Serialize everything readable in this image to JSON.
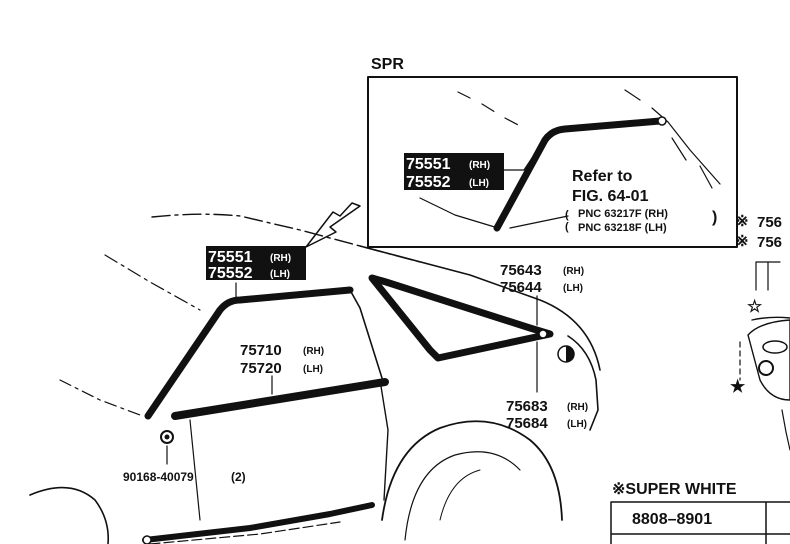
{
  "inset": {
    "title": "SPR",
    "part_rh": "75551",
    "part_lh": "75552",
    "tag_rh": "(RH)",
    "tag_lh": "(LH)",
    "refer_line1": "Refer to",
    "refer_line2": "FIG. 64-01",
    "pnc_rh": "PNC 63217F (RH)",
    "pnc_lh": "PNC 63218F (LH)"
  },
  "main": {
    "roof_rh": "75551",
    "roof_lh": "75552",
    "roof_tag_rh": "(RH)",
    "roof_tag_lh": "(LH)",
    "quarter_rh": "75643",
    "quarter_lh": "75644",
    "belt_rh": "75710",
    "belt_lh": "75720",
    "rear_rh": "75683",
    "rear_lh": "75684",
    "clip_part": "90168-40079",
    "clip_qty": "(2)",
    "tag_rh": "(RH)",
    "tag_lh": "(LH)"
  },
  "right_side": {
    "mark1": "※",
    "part1": "756",
    "mark2": "※",
    "part2": "756",
    "open_star": "☆",
    "solid_star": "★"
  },
  "color_table": {
    "heading": "※SUPER WHITE",
    "cell": "8808–8901"
  }
}
